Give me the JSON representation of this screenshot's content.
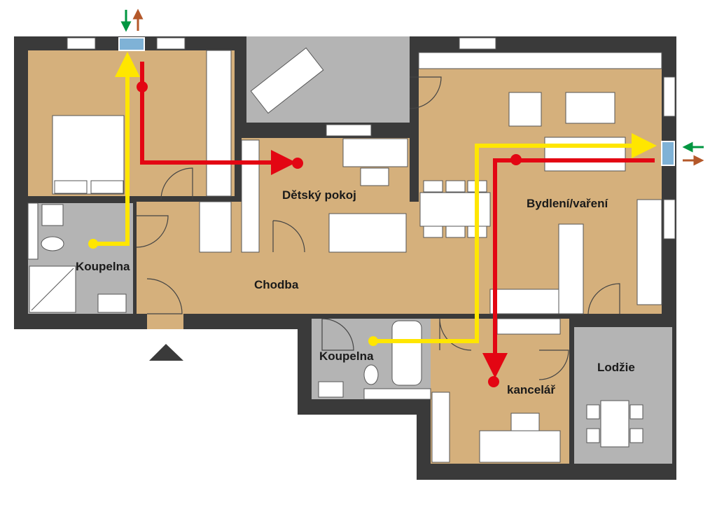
{
  "title": "Floor plan with ventilation routes",
  "rooms": {
    "kids_room": "Dětský pokoj",
    "living": "Bydlení/vaření",
    "bathroom_left": "Koupelna",
    "corridor": "Chodba",
    "bathroom_middle": "Koupelna",
    "office": "kancelář",
    "loggia": "Lodžie"
  },
  "colors": {
    "wall": "#3a3a3a",
    "floor": "#d5b07c",
    "wet_room": "#b4b4b4",
    "furniture": "#ffffff",
    "supply_air": "#ffe600",
    "exhaust_air": "#e30613",
    "intake_arrow": "#009640",
    "outlet_arrow": "#b4582a",
    "vent": "#7fb2d6"
  }
}
